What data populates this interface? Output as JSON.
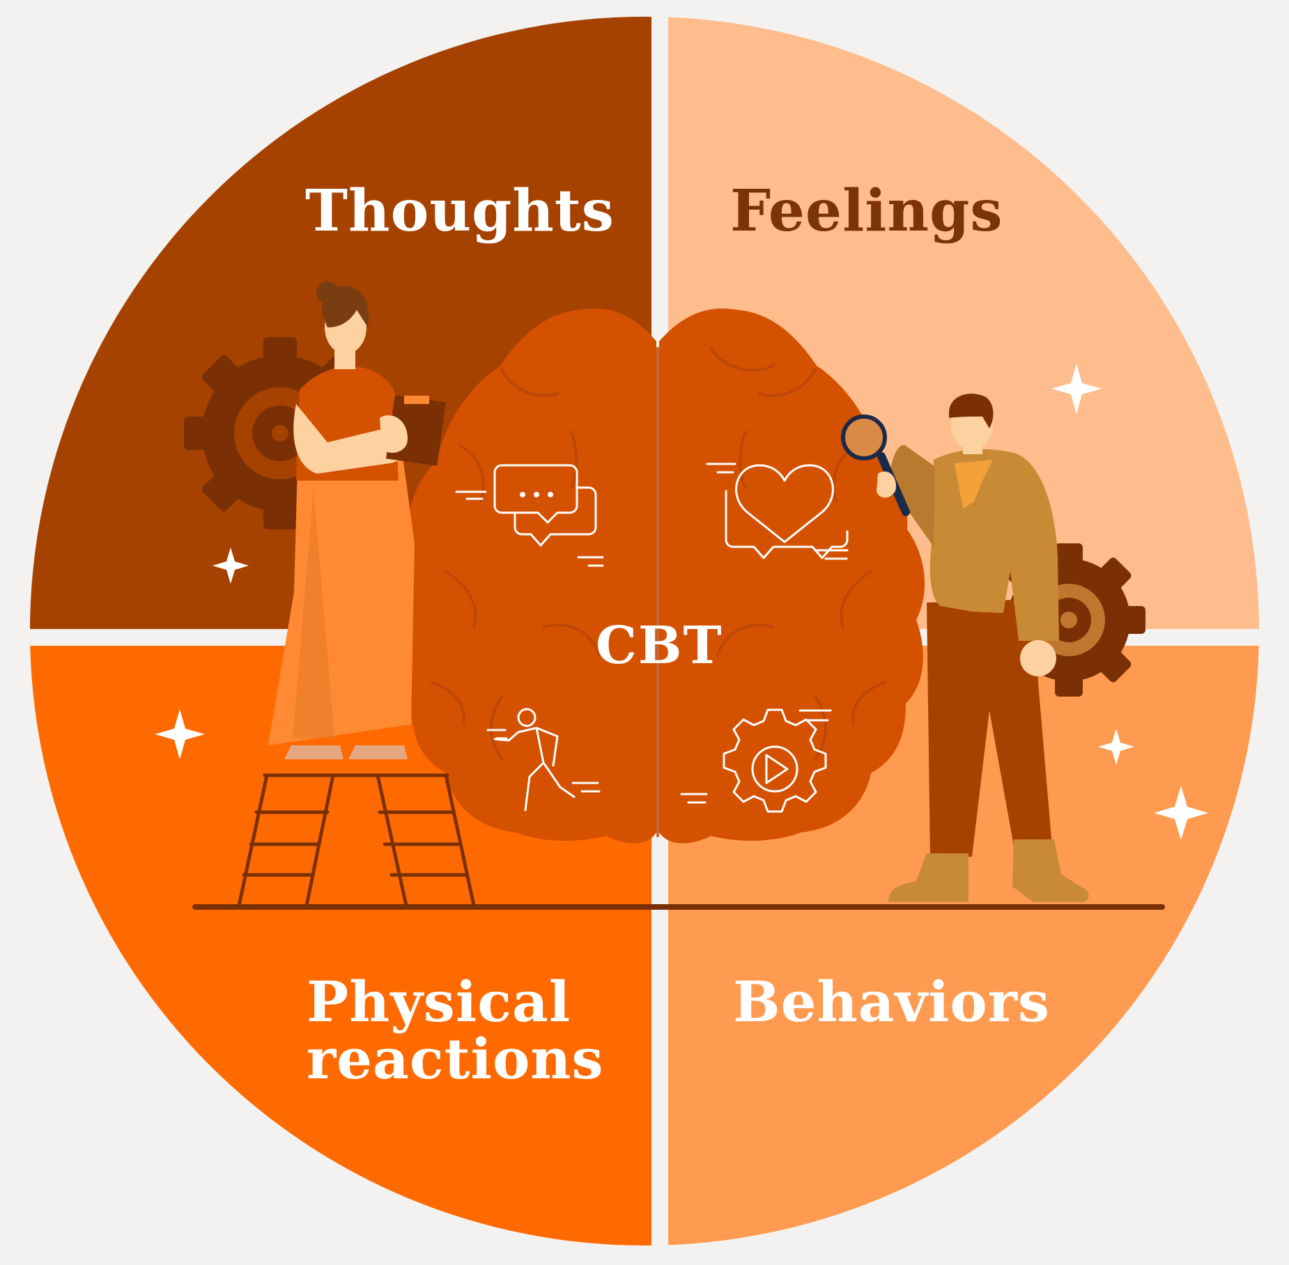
{
  "center_label": "CBT",
  "quadrants": {
    "thoughts": {
      "label": "Thoughts",
      "color": "#a64200",
      "text_color": "#ffffff",
      "icon": "speech-bubbles-icon"
    },
    "feelings": {
      "label": "Feelings",
      "color": "#ffbd8e",
      "text_color": "#7b3406",
      "icon": "heart-icon"
    },
    "physical": {
      "label_line1": "Physical",
      "label_line2": "reactions",
      "color": "#ff6a00",
      "text_color": "#ffffff",
      "icon": "running-person-icon"
    },
    "behaviors": {
      "label": "Behaviors",
      "color": "#ff9b50",
      "text_color": "#ffffff",
      "icon": "gear-play-icon"
    }
  },
  "colors": {
    "background": "#f3f2f0",
    "brain": "#d45100",
    "brain_lines": "#b8450a",
    "gear": "#7a3004",
    "icon_stroke": "#ffffff"
  }
}
